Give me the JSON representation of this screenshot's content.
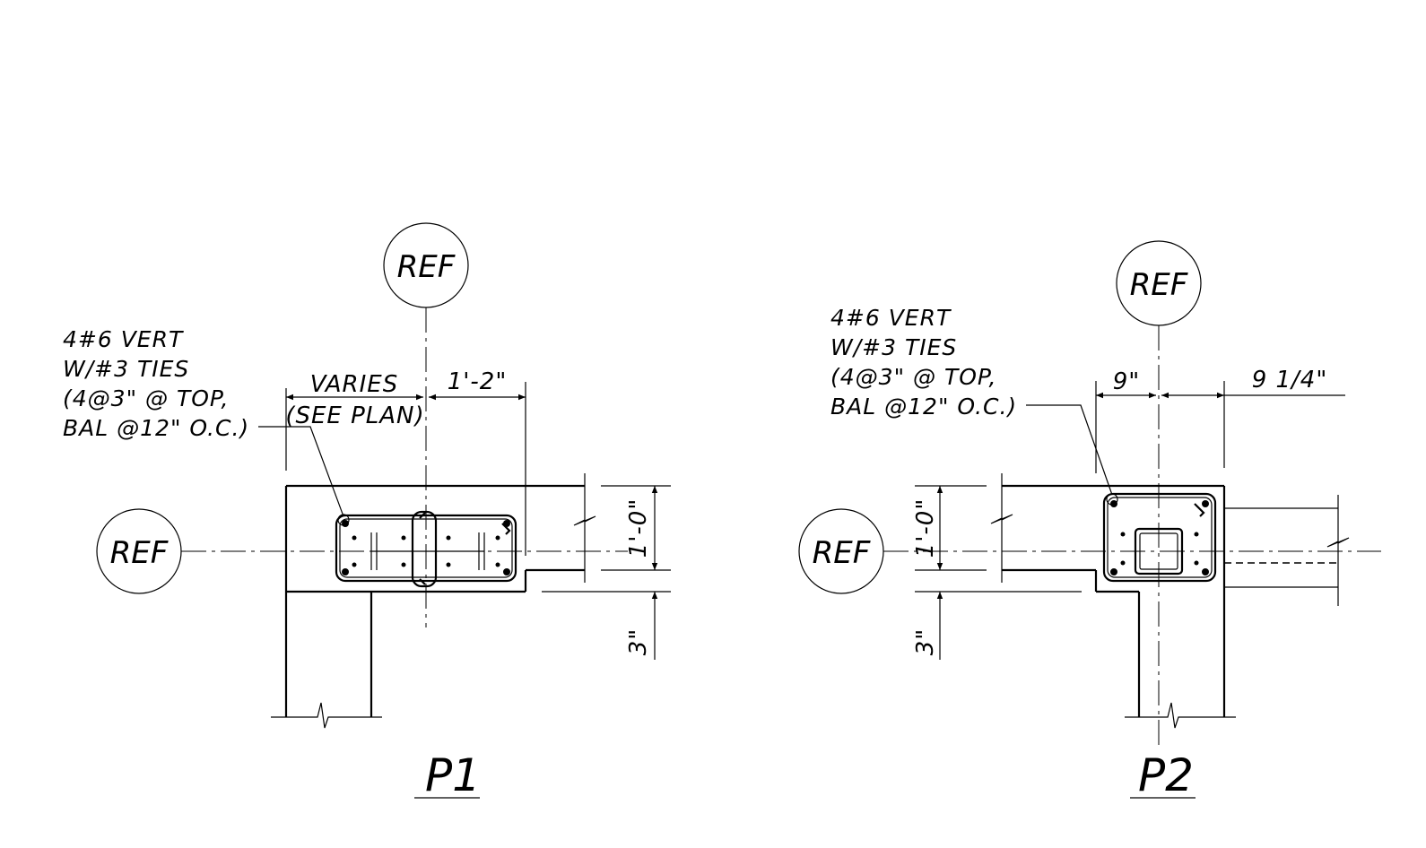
{
  "details": [
    {
      "title": "P1",
      "note_lines": [
        "4#6 VERT",
        "W/#3 TIES",
        "(4@3\" @ TOP,",
        "BAL @12\" O.C.)"
      ],
      "ref_top": "REF",
      "ref_left": "REF",
      "dim_left_label": "VARIES",
      "dim_left_sublabel": "(SEE PLAN)",
      "dim_right_label": "1'-2\"",
      "dim_vertical_label": "1'-0\"",
      "dim_bottom_label": "3\""
    },
    {
      "title": "P2",
      "note_lines": [
        "4#6 VERT",
        "W/#3 TIES",
        "(4@3\" @ TOP,",
        "BAL @12\" O.C.)"
      ],
      "ref_top": "REF",
      "ref_left": "REF",
      "dim_left_label": "9\"",
      "dim_right_label": "9 1/4\"",
      "dim_vertical_label": "1'-0\"",
      "dim_bottom_label": "3\""
    }
  ],
  "colors": {
    "line": "#000000",
    "background": "#ffffff"
  }
}
